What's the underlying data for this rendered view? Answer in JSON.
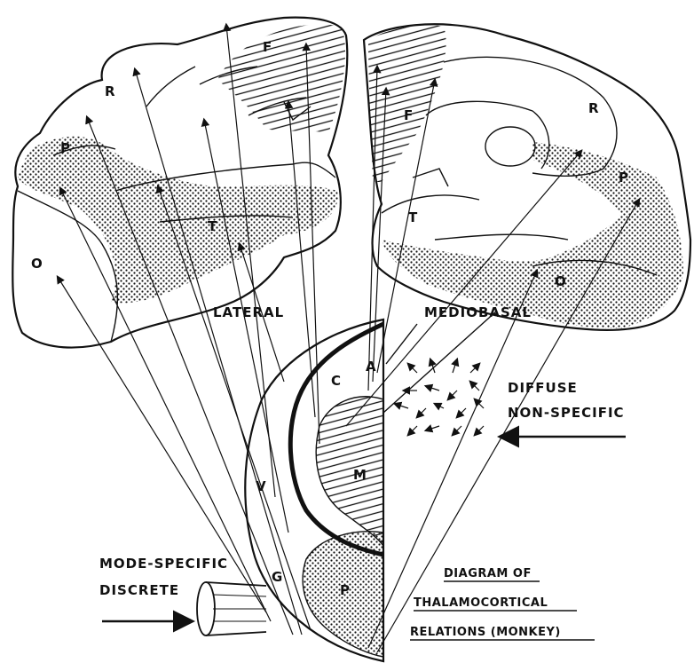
{
  "labels": {
    "lateral": "LATERAL",
    "mediobasal": "MEDIOBASAL",
    "diffuse": "DIFFUSE",
    "non_specific": "NON-SPECIFIC",
    "mode_specific": "MODE-SPECIFIC",
    "discrete": "DISCRETE"
  },
  "title": {
    "line1": "DIAGRAM OF",
    "line2": "THALAMOCORTICAL",
    "line3": "RELATIONS (MONKEY)"
  },
  "lateral_regions": {
    "F": "F",
    "R": "R",
    "P": "P",
    "T": "T",
    "O": "O"
  },
  "medial_regions": {
    "F": "F",
    "R": "R",
    "P": "P",
    "T": "T",
    "O": "O"
  },
  "thalamus_regions": {
    "A": "A",
    "C": "C",
    "M": "M",
    "P": "P",
    "G": "G",
    "V": "V"
  }
}
